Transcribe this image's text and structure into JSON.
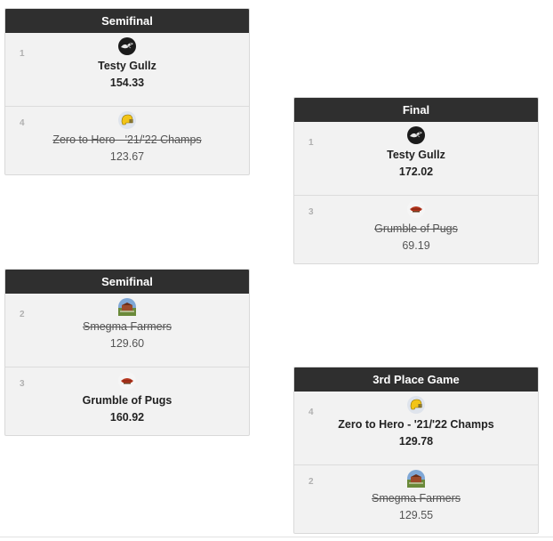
{
  "matchups": {
    "semi1": {
      "header": "Semifinal",
      "teams": [
        {
          "seed": "1",
          "name": "Testy Gullz",
          "score": "154.33",
          "logo": "gull-icon"
        },
        {
          "seed": "4",
          "name": "Zero to Hero - '21/'22 Champs",
          "score": "123.67",
          "logo": "football-helmet-icon"
        }
      ]
    },
    "final": {
      "header": "Final",
      "teams": [
        {
          "seed": "1",
          "name": "Testy Gullz",
          "score": "172.02",
          "logo": "gull-icon"
        },
        {
          "seed": "3",
          "name": "Grumble of Pugs",
          "score": "69.19",
          "logo": "pug-icon"
        }
      ]
    },
    "semi2": {
      "header": "Semifinal",
      "teams": [
        {
          "seed": "2",
          "name": "Smegma Farmers",
          "score": "129.60",
          "logo": "farm-icon"
        },
        {
          "seed": "3",
          "name": "Grumble of Pugs",
          "score": "160.92",
          "logo": "pug-icon"
        }
      ]
    },
    "third": {
      "header": "3rd Place Game",
      "teams": [
        {
          "seed": "4",
          "name": "Zero to Hero - '21/'22 Champs",
          "score": "129.78",
          "logo": "football-helmet-icon"
        },
        {
          "seed": "2",
          "name": "Smegma Farmers",
          "score": "129.55",
          "logo": "farm-icon"
        }
      ]
    }
  },
  "colors": {
    "header_bg": "#2f2f2f",
    "card_bg": "#f2f2f2",
    "winner_text": "#222222",
    "loser_text": "#555555"
  }
}
